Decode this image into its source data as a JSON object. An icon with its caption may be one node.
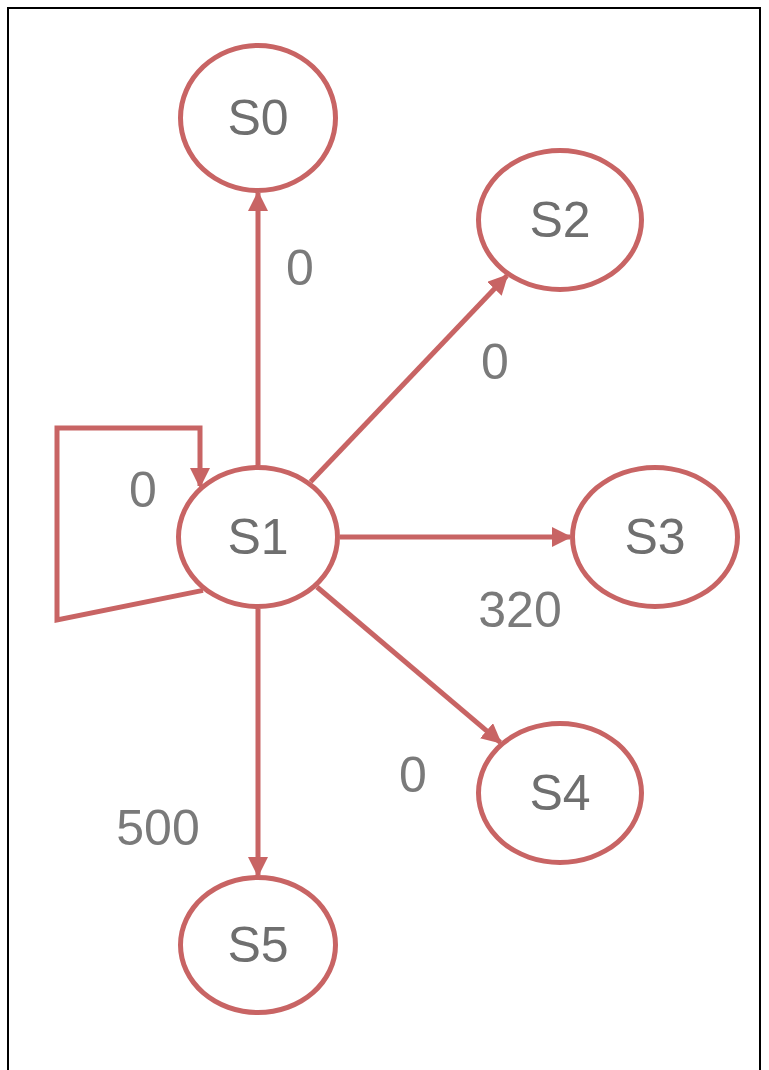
{
  "diagram": {
    "nodes": [
      {
        "text": [
          "S0"
        ]
      },
      {
        "text": [
          "S2"
        ]
      },
      {
        "text": [
          "S1"
        ]
      },
      {
        "text": [
          "S3"
        ]
      },
      {
        "text": [
          "S4"
        ]
      },
      {
        "text": [
          "S5"
        ]
      }
    ],
    "edges": [
      {
        "from": 2,
        "to": 0,
        "arrow": "to",
        "label": "0"
      },
      {
        "from": 2,
        "to": 1,
        "arrow": "to",
        "label": "0"
      },
      {
        "from": 2,
        "to": 2,
        "arrow": "to",
        "label": "0"
      },
      {
        "from": 2,
        "to": 3,
        "arrow": "to",
        "label": "320"
      },
      {
        "from": 2,
        "to": 4,
        "arrow": "to",
        "label": "0"
      },
      {
        "from": 2,
        "to": 5,
        "arrow": "to",
        "label": "500"
      }
    ]
  }
}
